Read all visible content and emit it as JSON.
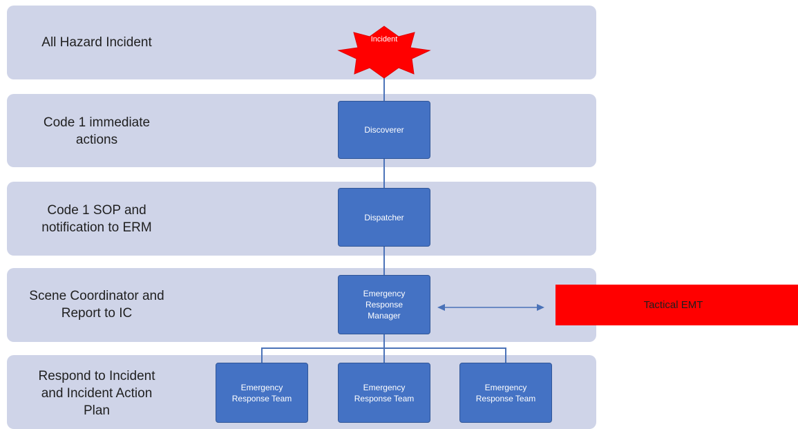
{
  "stages": [
    {
      "label": "All Hazard Incident"
    },
    {
      "label": "Code 1 immediate\nactions"
    },
    {
      "label": "Code 1 SOP and\nnotification to ERM"
    },
    {
      "label": "Scene Coordinator and\nReport to IC"
    },
    {
      "label": "Respond to Incident\nand Incident Action\nPlan"
    }
  ],
  "nodes": {
    "incident": "Incident",
    "discoverer": "Discoverer",
    "dispatcher": "Dispatcher",
    "erm": "Emergency\nResponse\nManager",
    "tactical_emt": "Tactical EMT",
    "teams": [
      {
        "label": "Emergency\nResponse Team"
      },
      {
        "label": "Emergency\nResponse Team"
      },
      {
        "label": "Emergency\nResponse Team"
      }
    ]
  },
  "colors": {
    "band": "#cfd4e8",
    "box": "#4472c4",
    "incident_star": "#ff0000",
    "tactical": "#ff0000",
    "connector": "#4a72b8"
  }
}
